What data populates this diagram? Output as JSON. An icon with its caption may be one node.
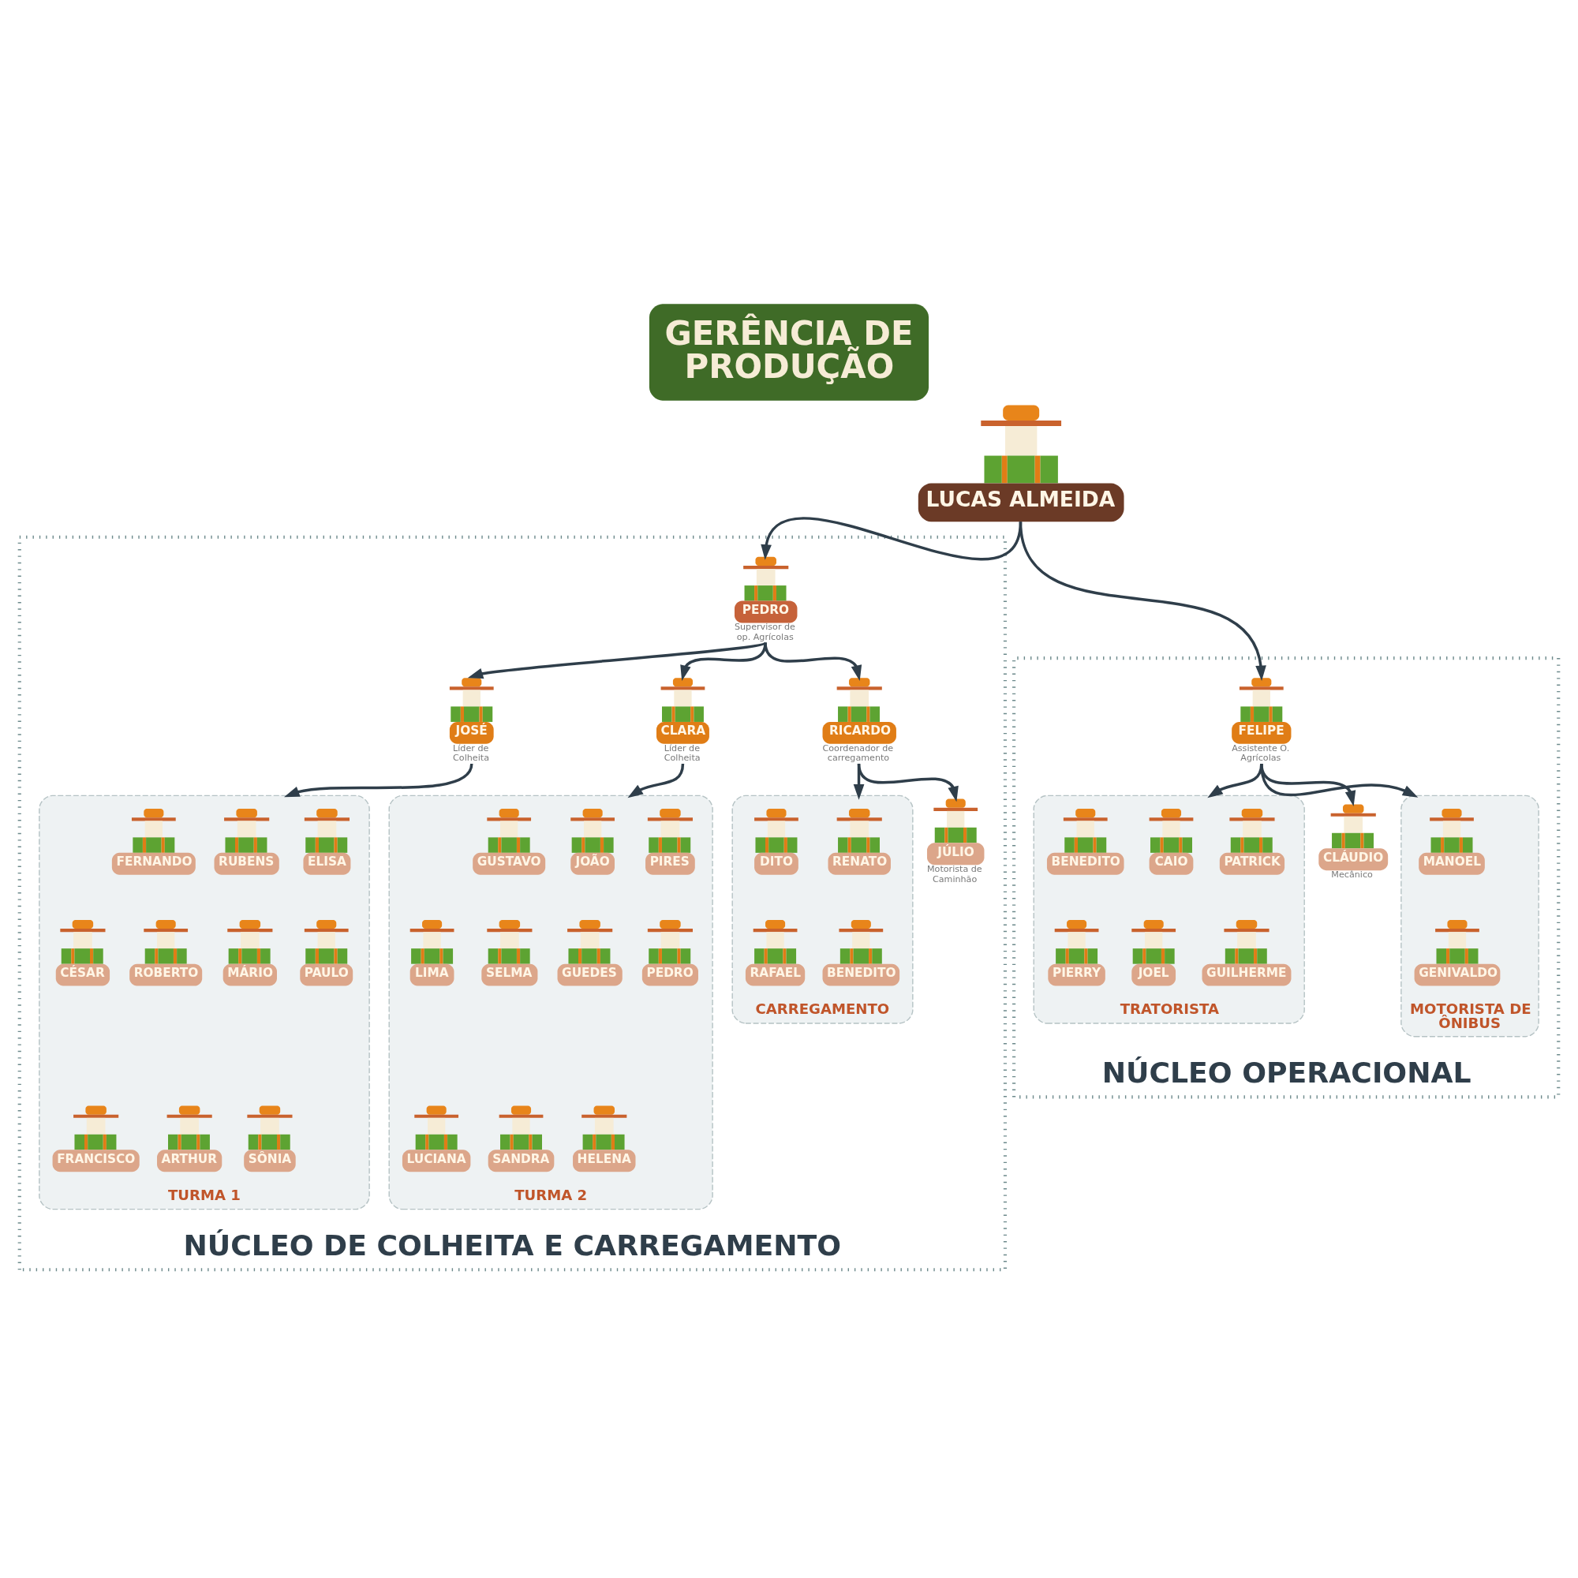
{
  "diagram": {
    "title": "GERÊNCIA DE PRODUÇÃO",
    "nodes": [
      {
        "text": [
          "LUCAS ALMEIDA"
        ]
      },
      {
        "text": [
          "NÚCLEO DE COLHEITA E CARREGAMENTO"
        ]
      },
      {
        "text": [
          "PEDRO"
        ],
        "beside": [
          "Supervisor de op. Agrícolas"
        ],
        "in": 1
      },
      {
        "text": [
          "JOSÉ"
        ],
        "beside": [
          "Líder de Colheita"
        ],
        "in": 1
      },
      {
        "text": [
          "CLARA"
        ],
        "beside": [
          "Líder de Colheita"
        ],
        "in": 1
      },
      {
        "text": [
          "RICARDO"
        ],
        "beside": [
          "Coordenador de carregamento"
        ],
        "in": 1
      },
      {
        "text": [
          "TURMA 1"
        ],
        "in": 1
      },
      {
        "text": [
          "FERNANDO"
        ],
        "in": 6
      },
      {
        "text": [
          "RUBENS"
        ],
        "in": 6
      },
      {
        "text": [
          "ELISA"
        ],
        "in": 6
      },
      {
        "text": [
          "CÉSAR"
        ],
        "in": 6
      },
      {
        "text": [
          "ROBERTO"
        ],
        "in": 6
      },
      {
        "text": [
          "MÁRIO"
        ],
        "in": 6
      },
      {
        "text": [
          "PAULO"
        ],
        "in": 6
      },
      {
        "text": [
          "FRANCISCO"
        ],
        "in": 6
      },
      {
        "text": [
          "ARTHUR"
        ],
        "in": 6
      },
      {
        "text": [
          "SÔNIA"
        ],
        "in": 6
      },
      {
        "text": [
          "TURMA 2"
        ],
        "in": 1
      },
      {
        "text": [
          "GUSTAVO"
        ],
        "in": 17
      },
      {
        "text": [
          "JOÃO"
        ],
        "in": 17
      },
      {
        "text": [
          "PIRES"
        ],
        "in": 17
      },
      {
        "text": [
          "LIMA"
        ],
        "in": 17
      },
      {
        "text": [
          "SELMA"
        ],
        "in": 17
      },
      {
        "text": [
          "GUEDES"
        ],
        "in": 17
      },
      {
        "text": [
          "PEDRO"
        ],
        "in": 17
      },
      {
        "text": [
          "LUCIANA"
        ],
        "in": 17
      },
      {
        "text": [
          "SANDRA"
        ],
        "in": 17
      },
      {
        "text": [
          "HELENA"
        ],
        "in": 17
      },
      {
        "text": [
          "CARREGAMENTO"
        ],
        "in": 1
      },
      {
        "text": [
          "DITO"
        ],
        "in": 28
      },
      {
        "text": [
          "RENATO"
        ],
        "in": 28
      },
      {
        "text": [
          "RAFAEL"
        ],
        "in": 28
      },
      {
        "text": [
          "BENEDITO"
        ],
        "in": 28
      },
      {
        "text": [
          "JÚLIO"
        ],
        "beside": [
          "Motorista de Caminhão"
        ],
        "in": 1
      },
      {
        "text": [
          "NÚCLEO OPERACIONAL"
        ]
      },
      {
        "text": [
          "FELIPE"
        ],
        "beside": [
          "Assistente O. Agrícolas"
        ],
        "in": 34
      },
      {
        "text": [
          "TRATORISTA"
        ],
        "in": 34
      },
      {
        "text": [
          "BENEDITO"
        ],
        "in": 36
      },
      {
        "text": [
          "CAIO"
        ],
        "in": 36
      },
      {
        "text": [
          "PATRICK"
        ],
        "in": 36
      },
      {
        "text": [
          "PIERRY"
        ],
        "in": 36
      },
      {
        "text": [
          "JOEL"
        ],
        "in": 36
      },
      {
        "text": [
          "GUILHERME"
        ],
        "in": 36
      },
      {
        "text": [
          "CLÁUDIO"
        ],
        "beside": [
          "Mecânico"
        ],
        "in": 34
      },
      {
        "text": [
          "MOTORISTA DE ÔNIBUS"
        ],
        "in": 34
      },
      {
        "text": [
          "MANOEL"
        ],
        "in": 44
      },
      {
        "text": [
          "GENIVALDO"
        ],
        "in": 44
      }
    ],
    "edges": [
      {
        "from": 0,
        "to": 2,
        "arrow": "to"
      },
      {
        "from": 0,
        "to": 35,
        "arrow": "to"
      },
      {
        "from": 2,
        "to": 3,
        "arrow": "to"
      },
      {
        "from": 2,
        "to": 4,
        "arrow": "to"
      },
      {
        "from": 2,
        "to": 5,
        "arrow": "to"
      },
      {
        "from": 3,
        "to": 6,
        "arrow": "to"
      },
      {
        "from": 4,
        "to": 17,
        "arrow": "to"
      },
      {
        "from": 5,
        "to": 28,
        "arrow": "to"
      },
      {
        "from": 5,
        "to": 33,
        "arrow": "to"
      },
      {
        "from": 35,
        "to": 36,
        "arrow": "to"
      },
      {
        "from": 35,
        "to": 43,
        "arrow": "to"
      },
      {
        "from": 35,
        "to": 44,
        "arrow": "to"
      }
    ]
  }
}
